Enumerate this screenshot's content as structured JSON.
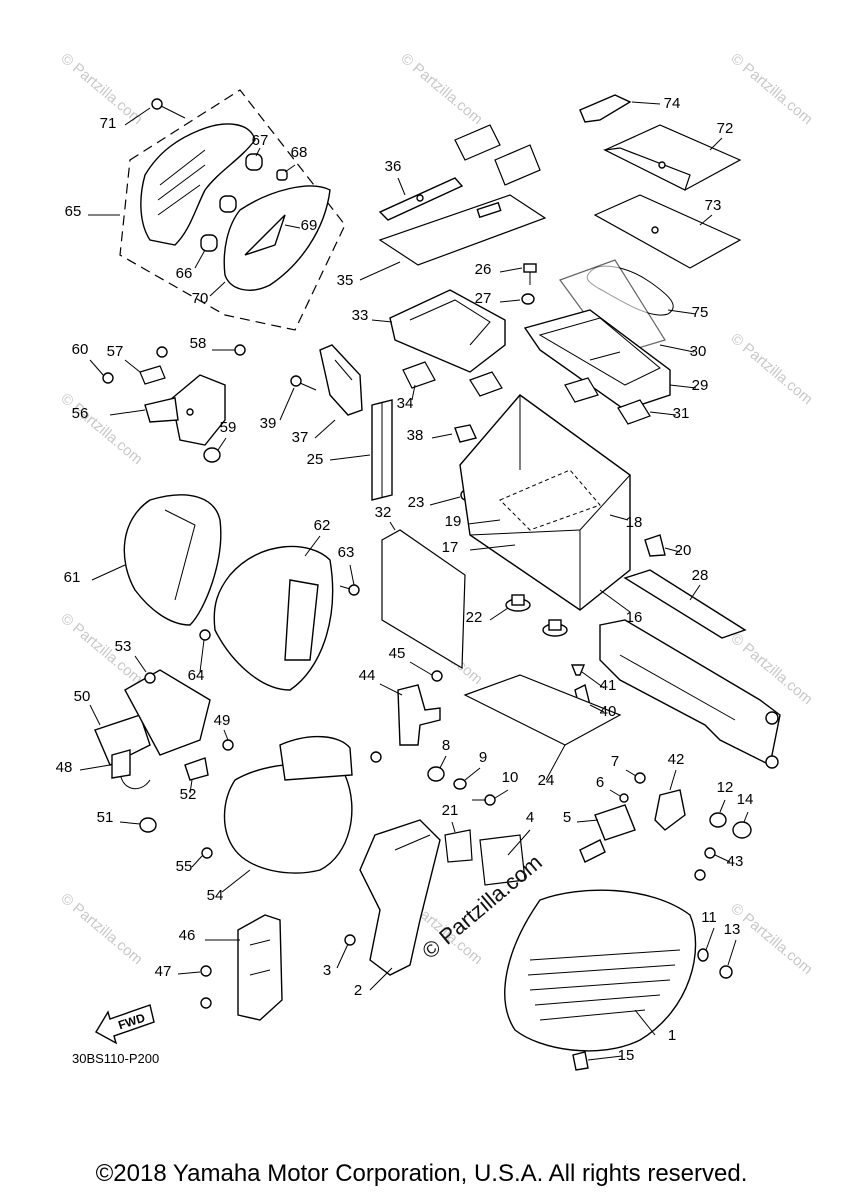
{
  "diagram_code": "30BS110-P200",
  "fwd_label": "FWD",
  "copyright": "©2018 Yamaha Motor Corporation, U.S.A. All rights reserved.",
  "watermark_small": "© Partzilla.com",
  "watermark_center": "© Partzilla.com",
  "callouts": [
    "1",
    "2",
    "3",
    "4",
    "5",
    "6",
    "7",
    "8",
    "9",
    "10",
    "11",
    "12",
    "13",
    "14",
    "15",
    "16",
    "17",
    "18",
    "19",
    "20",
    "21",
    "22",
    "23",
    "24",
    "25",
    "26",
    "27",
    "28",
    "29",
    "30",
    "31",
    "32",
    "33",
    "34",
    "35",
    "36",
    "37",
    "38",
    "39",
    "40",
    "41",
    "42",
    "43",
    "44",
    "45",
    "46",
    "47",
    "48",
    "49",
    "50",
    "51",
    "52",
    "53",
    "54",
    "55",
    "56",
    "57",
    "58",
    "59",
    "60",
    "61",
    "62",
    "63",
    "64",
    "65",
    "66",
    "67",
    "68",
    "69",
    "70",
    "71",
    "72",
    "73",
    "74",
    "75"
  ]
}
